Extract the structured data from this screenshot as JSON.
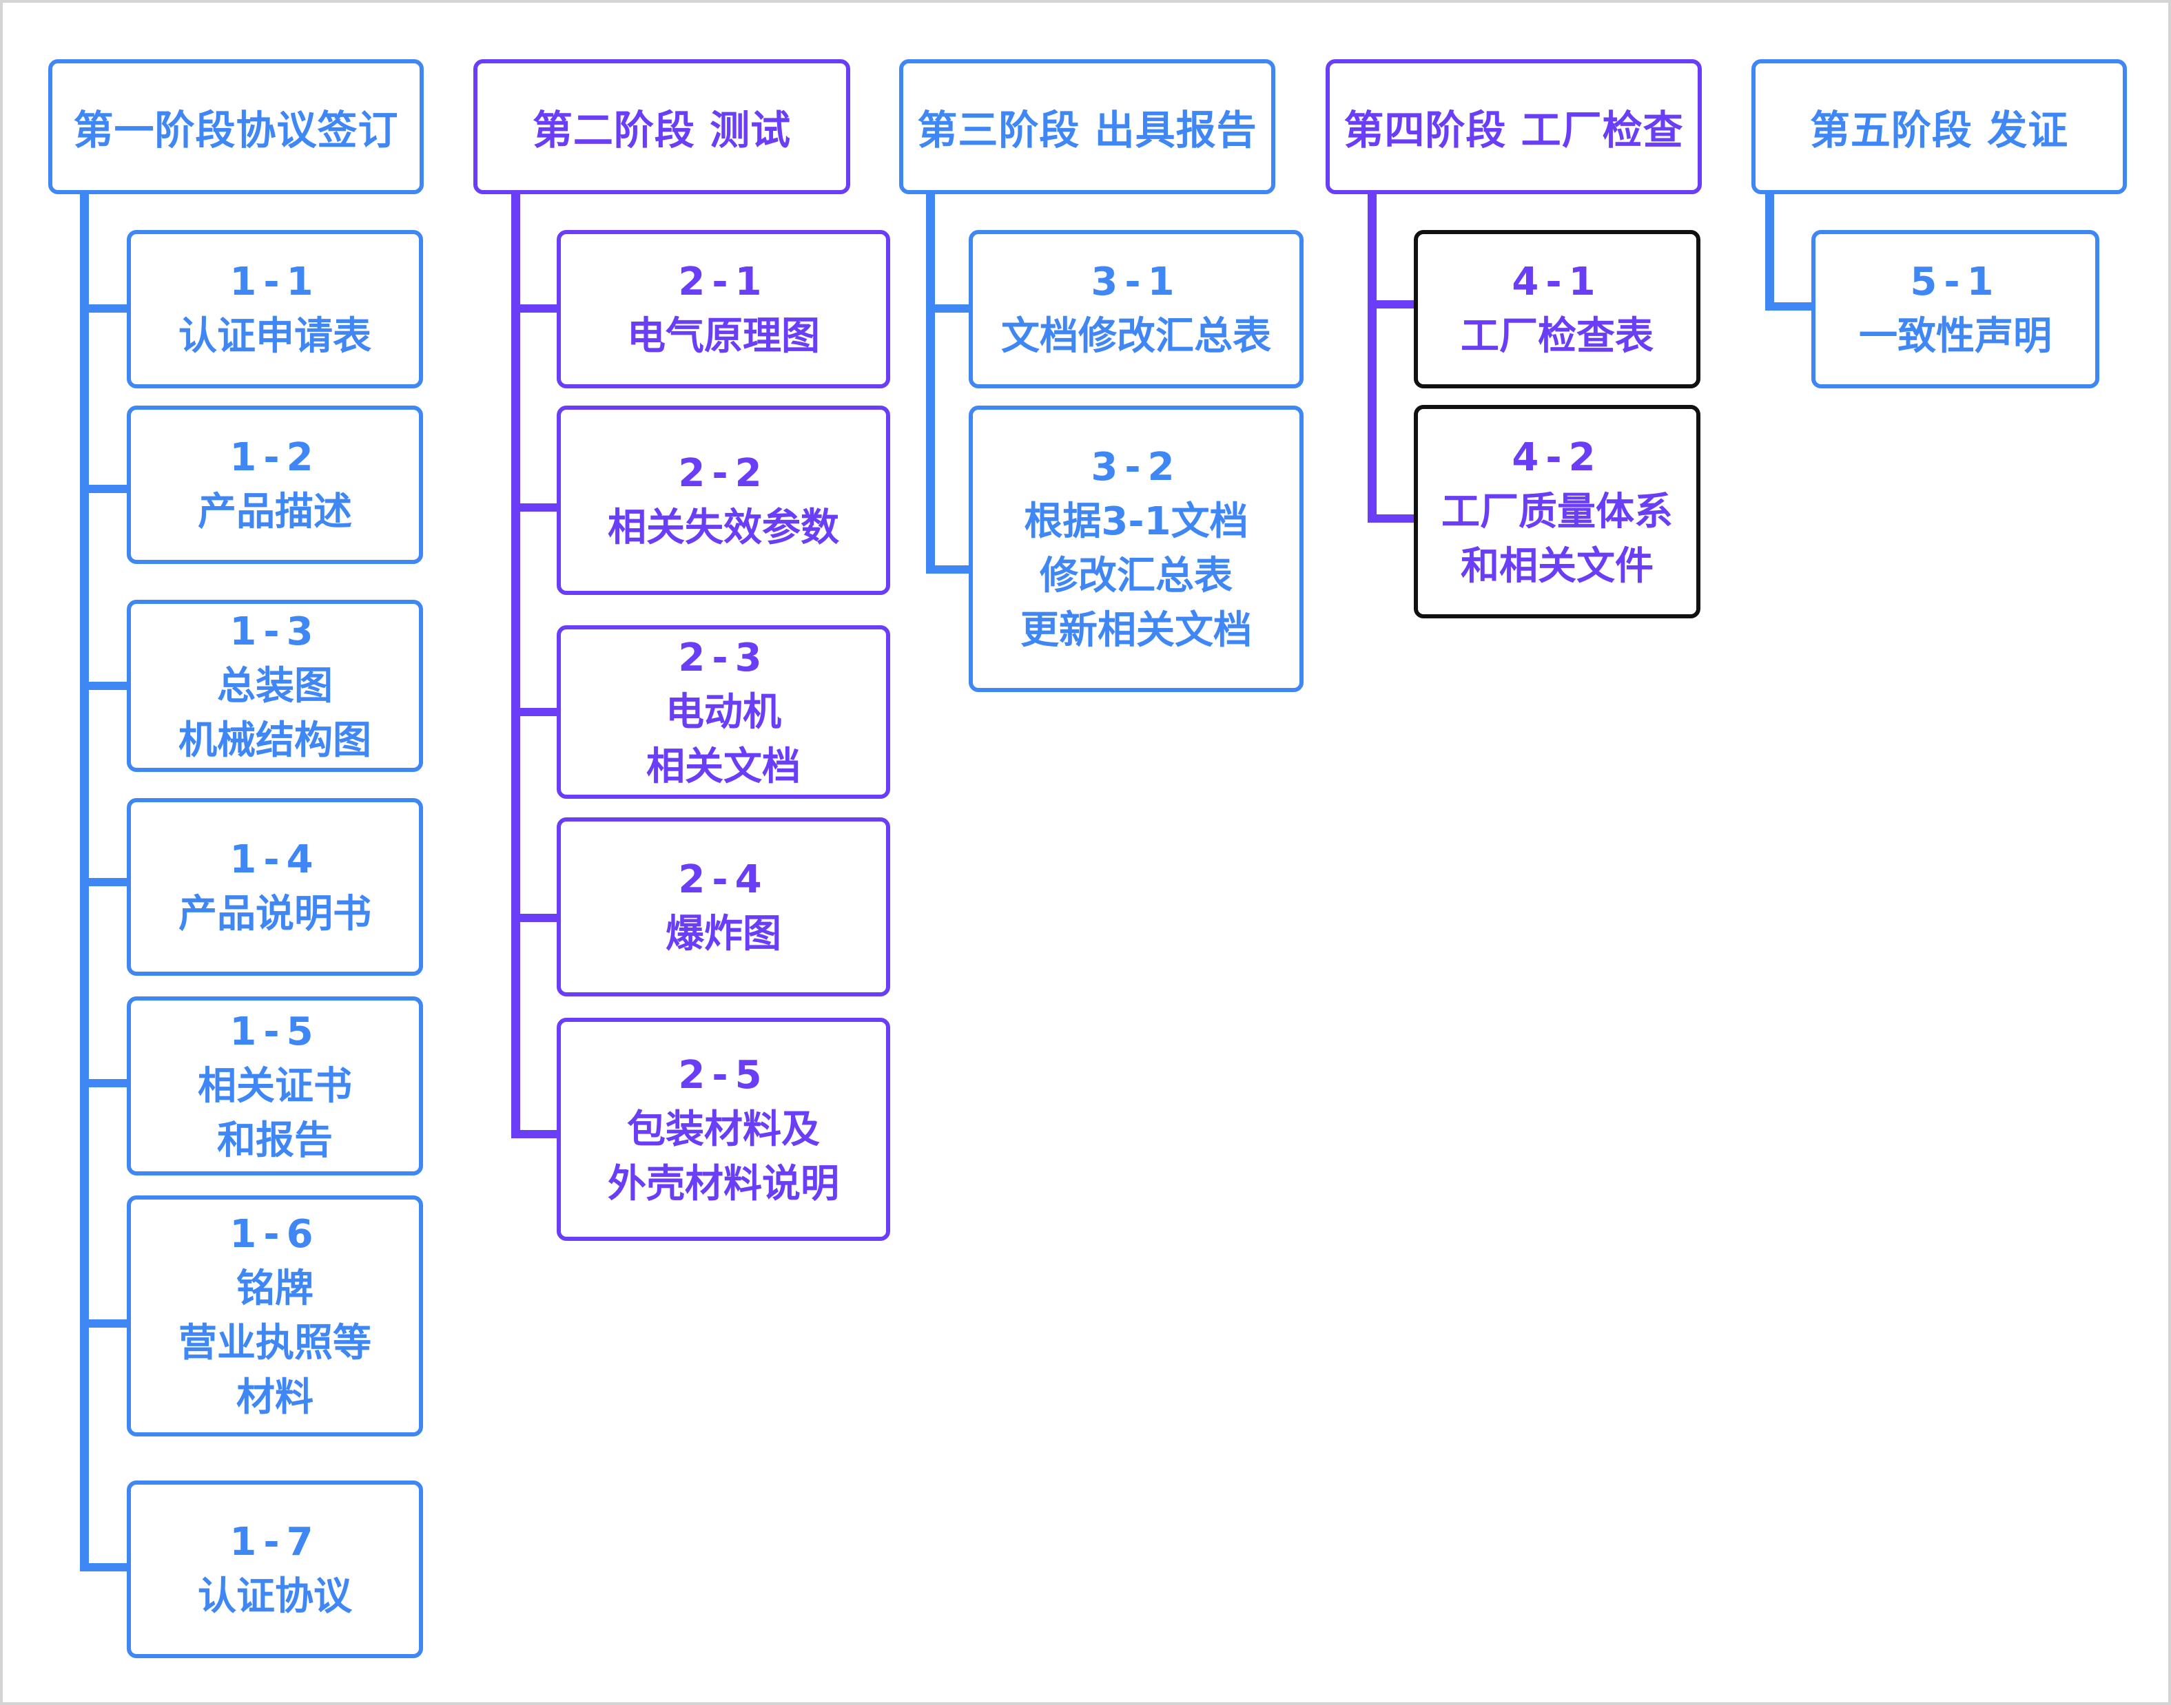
{
  "colors": {
    "blue": "#3F87F5",
    "purple": "#6A3DF7",
    "dark_border": "#111111"
  },
  "stages": [
    {
      "title": "第一阶段协议签订",
      "color": "blue",
      "items": [
        {
          "code": "1-1",
          "lines": [
            "认证申请表"
          ]
        },
        {
          "code": "1-2",
          "lines": [
            "产品描述"
          ]
        },
        {
          "code": "1-3",
          "lines": [
            "总装图",
            "机械结构图"
          ]
        },
        {
          "code": "1-4",
          "lines": [
            "产品说明书"
          ]
        },
        {
          "code": "1-5",
          "lines": [
            "相关证书",
            "和报告"
          ]
        },
        {
          "code": "1-6",
          "lines": [
            "铭牌",
            "营业执照等",
            "材料"
          ]
        },
        {
          "code": "1-7",
          "lines": [
            "认证协议"
          ]
        }
      ]
    },
    {
      "title": "第二阶段 测试",
      "color": "purple",
      "items": [
        {
          "code": "2-1",
          "lines": [
            "电气原理图"
          ]
        },
        {
          "code": "2-2",
          "lines": [
            "相关失效参数"
          ]
        },
        {
          "code": "2-3",
          "lines": [
            "电动机",
            "相关文档"
          ]
        },
        {
          "code": "2-4",
          "lines": [
            "爆炸图"
          ]
        },
        {
          "code": "2-5",
          "lines": [
            "包装材料及",
            "外壳材料说明"
          ]
        }
      ]
    },
    {
      "title": "第三阶段 出具报告",
      "color": "blue",
      "items": [
        {
          "code": "3-1",
          "lines": [
            "文档修改汇总表"
          ]
        },
        {
          "code": "3-2",
          "lines": [
            "根据3-1文档",
            "修改汇总表",
            "更新相关文档"
          ]
        }
      ]
    },
    {
      "title": "第四阶段 工厂检查",
      "color": "purple",
      "items": [
        {
          "code": "4-1",
          "lines": [
            "工厂检查表"
          ]
        },
        {
          "code": "4-2",
          "lines": [
            "工厂质量体系",
            "和相关文件"
          ]
        }
      ]
    },
    {
      "title": "第五阶段 发证",
      "color": "blue",
      "items": [
        {
          "code": "5-1",
          "lines": [
            "一致性声明"
          ]
        }
      ]
    }
  ]
}
